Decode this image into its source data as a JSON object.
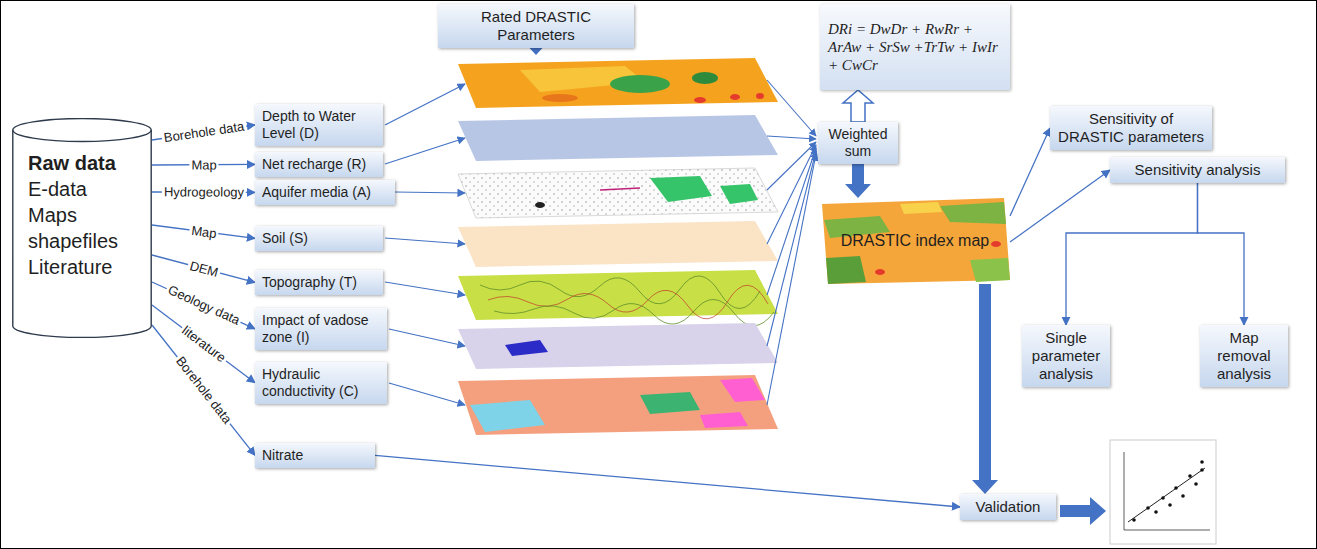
{
  "diagram": {
    "nodes": [
      {
        "text": [
          "Rated DRASTIC Parameters"
        ]
      },
      {
        "text": [
          "DRi = DwDr + RwRr + ArAw + SrSw +TrTw + IwIr + CwCr"
        ]
      },
      {
        "text": [
          "Raw data",
          "E-data",
          "Maps",
          "shapefiles",
          "Literature"
        ]
      },
      {
        "text": [
          "Depth to Water Level (D)"
        ]
      },
      {
        "text": [
          "Net recharge (R)"
        ]
      },
      {
        "text": [
          "Aquifer media (A)"
        ]
      },
      {
        "text": [
          "Soil (S)"
        ]
      },
      {
        "text": [
          "Topography (T)"
        ]
      },
      {
        "text": [
          "Impact of vadose zone (I)"
        ]
      },
      {
        "text": [
          "Hydraulic conductivity (C)"
        ]
      },
      {
        "text": [
          "Weighted sum"
        ]
      },
      {
        "text": [
          "Sensitivity of DRASTIC parameters"
        ]
      },
      {
        "text": [
          "DRASTIC index map"
        ]
      },
      {
        "text": [
          "Sensitivity analysis"
        ]
      },
      {
        "text": [
          "Single parameter analysis"
        ]
      },
      {
        "text": [
          "Map removal analysis"
        ]
      },
      {
        "text": [
          "Nitrate"
        ]
      },
      {
        "text": [
          "Validation"
        ]
      }
    ],
    "edges": [
      {
        "from": 2,
        "to": 3,
        "label": "Borehole data",
        "arrow": "to"
      },
      {
        "from": 2,
        "to": 4,
        "label": "Map",
        "arrow": "to"
      },
      {
        "from": 2,
        "to": 5,
        "label": "Hydrogeology",
        "arrow": "to"
      },
      {
        "from": 2,
        "to": 6,
        "label": "Map",
        "arrow": "to"
      },
      {
        "from": 2,
        "to": 7,
        "label": "DEM",
        "arrow": "to"
      },
      {
        "from": 2,
        "to": 8,
        "label": "Geology data",
        "arrow": "to"
      },
      {
        "from": 2,
        "to": 9,
        "label": "literature",
        "arrow": "to"
      },
      {
        "from": 2,
        "to": 16,
        "label": "Borehole data",
        "arrow": "to"
      },
      {
        "from": 10,
        "to": 1,
        "arrow": "to"
      },
      {
        "from": 10,
        "to": 12,
        "arrow": "to"
      },
      {
        "from": 12,
        "to": 11,
        "arrow": "to"
      },
      {
        "from": 12,
        "to": 13,
        "arrow": "to"
      },
      {
        "from": 13,
        "to": 14,
        "arrow": "to"
      },
      {
        "from": 13,
        "to": 15,
        "arrow": "to"
      },
      {
        "from": 12,
        "to": 17,
        "arrow": "to"
      },
      {
        "from": 16,
        "to": 17,
        "arrow": "to"
      }
    ]
  }
}
